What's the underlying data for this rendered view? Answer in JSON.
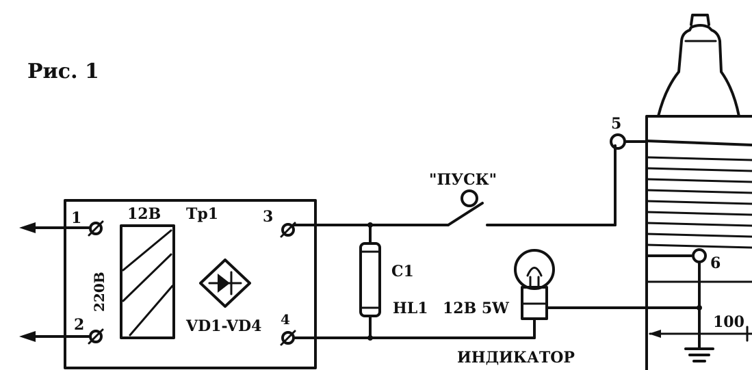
{
  "figure": {
    "title": "Рис. 1",
    "terminals": [
      "1",
      "2",
      "3",
      "4",
      "5",
      "6"
    ],
    "supply_voltage": "220В",
    "secondary_voltage": "12В",
    "transformer": "Тр1",
    "rectifier": "VD1-VD4",
    "capacitor": "С1",
    "switch_label": "\"ПУСК\"",
    "lamp": "HL1",
    "lamp_rating": "12В 5W",
    "indicator_label": "ИНДИКАТОР",
    "dimension": "100"
  }
}
